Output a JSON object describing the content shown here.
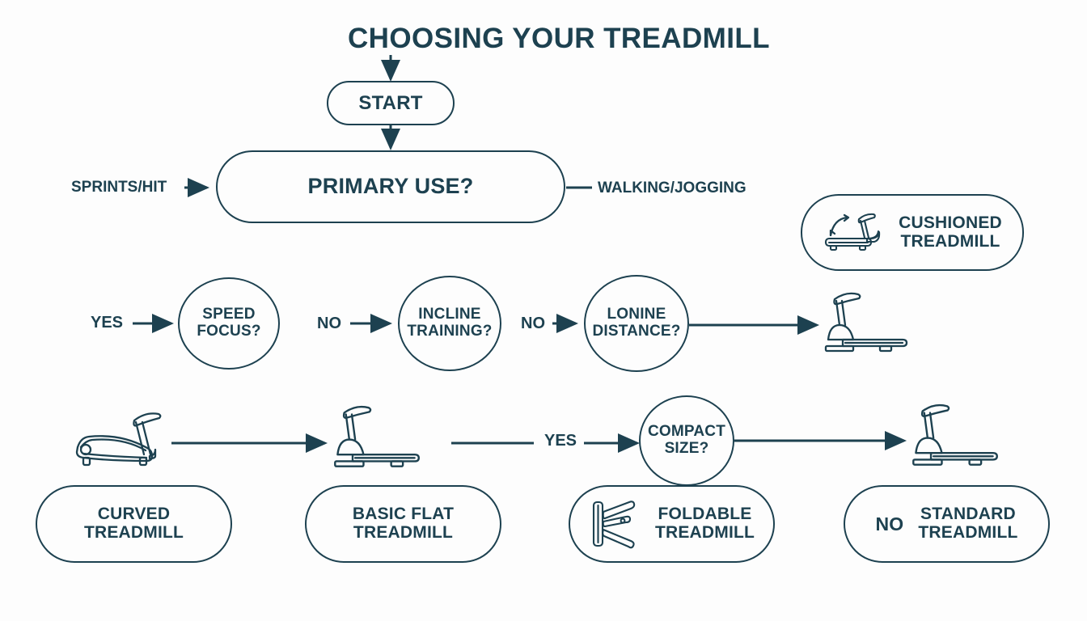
{
  "page": {
    "title": "CHOOSING YOUR TREADMILL",
    "background_color": "#fdfdfd",
    "line_color": "#1d4150",
    "text_color": "#1d4150"
  },
  "nodes": {
    "start": {
      "label": "START",
      "shape": "pill"
    },
    "primary_use": {
      "label": "PRIMARY USE?",
      "shape": "pill"
    },
    "speed_focus": {
      "line1": "SPEED",
      "line2": "FOCUS?",
      "shape": "ellipse"
    },
    "incline_training": {
      "line1": "INCLINE",
      "line2": "TRAINING?",
      "shape": "ellipse"
    },
    "lonine_distance": {
      "line1": "LONINE",
      "line2": "DISTANCE?",
      "shape": "ellipse"
    },
    "compact_size": {
      "line1": "COMPACT",
      "line2": "SIZE?",
      "shape": "ellipse"
    },
    "cushioned_treadmill": {
      "line1": "CUSHIONED",
      "line2": "TREADMILL",
      "shape": "pill",
      "icon": "cushioned-treadmill-icon"
    },
    "curved_treadmill": {
      "line1": "CURVED",
      "line2": "TREADMILL",
      "shape": "pill"
    },
    "basic_flat_treadmill": {
      "line1": "BASIC FLAT",
      "line2": "TREADMILL",
      "shape": "pill"
    },
    "foldable_treadmill": {
      "line1": "FOLDABLE",
      "line2": "TREADMILL",
      "shape": "pill",
      "icon": "foldable-treadmill-icon"
    },
    "standard_treadmill": {
      "prefix": "NO",
      "line1": "STANDARD",
      "line2": "TREADMILL",
      "shape": "pill"
    }
  },
  "edge_labels": {
    "sprints_hit": "SPRINTS/HIT",
    "walking_jogging": "WALKING/JOGGING",
    "yes_speed": "YES",
    "no_incline": "NO",
    "no_distance": "NO",
    "yes_compact": "YES"
  },
  "icons": {
    "curved_treadmill": "curved-treadmill-icon",
    "flat_treadmill_mid": "flat-treadmill-icon",
    "flat_treadmill_bottom": "flat-treadmill-icon",
    "flat_treadmill_right": "flat-treadmill-icon"
  }
}
